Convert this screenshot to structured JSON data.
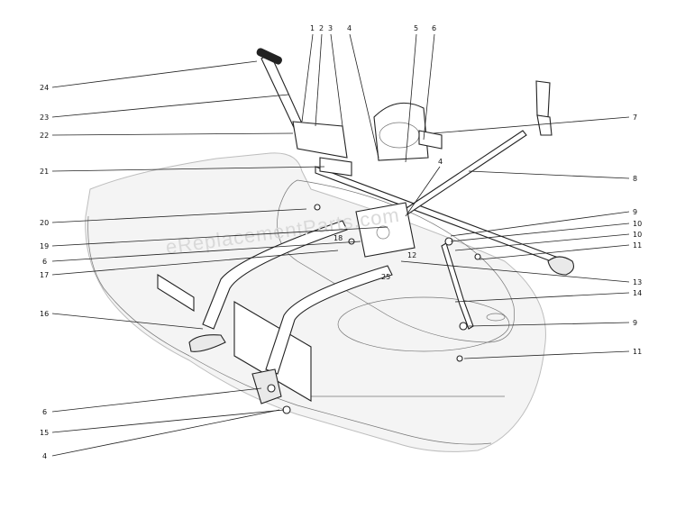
{
  "watermark": "eReplacementParts.com",
  "callouts": [
    {
      "id": "c1",
      "text": "1"
    },
    {
      "id": "c2",
      "text": "2"
    },
    {
      "id": "c3",
      "text": "3"
    },
    {
      "id": "c4a",
      "text": "4"
    },
    {
      "id": "c5",
      "text": "5"
    },
    {
      "id": "c6a",
      "text": "6"
    },
    {
      "id": "c24",
      "text": "24"
    },
    {
      "id": "c23",
      "text": "23"
    },
    {
      "id": "c22",
      "text": "22"
    },
    {
      "id": "c21",
      "text": "21"
    },
    {
      "id": "c20",
      "text": "20"
    },
    {
      "id": "c19",
      "text": "19"
    },
    {
      "id": "c6b",
      "text": "6"
    },
    {
      "id": "c17",
      "text": "17"
    },
    {
      "id": "c16",
      "text": "16"
    },
    {
      "id": "c6c",
      "text": "6"
    },
    {
      "id": "c15",
      "text": "15"
    },
    {
      "id": "c4b",
      "text": "4"
    },
    {
      "id": "c7",
      "text": "7"
    },
    {
      "id": "c8",
      "text": "8"
    },
    {
      "id": "c9a",
      "text": "9"
    },
    {
      "id": "c10a",
      "text": "10"
    },
    {
      "id": "c10b",
      "text": "10"
    },
    {
      "id": "c11a",
      "text": "11"
    },
    {
      "id": "c13",
      "text": "13"
    },
    {
      "id": "c14",
      "text": "14"
    },
    {
      "id": "c9b",
      "text": "9"
    },
    {
      "id": "c11b",
      "text": "11"
    },
    {
      "id": "c4c",
      "text": "4"
    },
    {
      "id": "c18",
      "text": "18"
    },
    {
      "id": "c25",
      "text": "25"
    },
    {
      "id": "c12",
      "text": "12"
    }
  ]
}
